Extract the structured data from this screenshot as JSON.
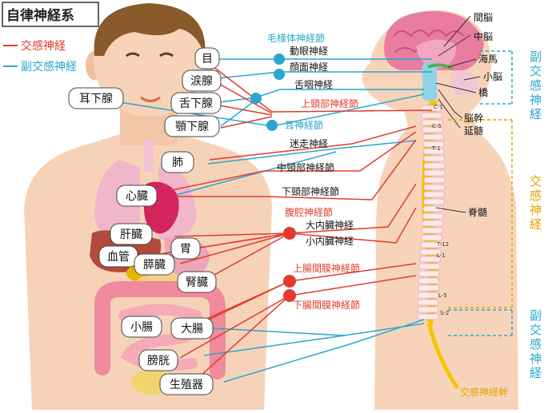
{
  "title": "自律神経系",
  "legend": {
    "sympathetic": "交感神経",
    "parasympathetic": "副交感神経"
  },
  "colors": {
    "sympathetic": "#e23b2e",
    "parasympathetic": "#2aa6cf",
    "trunk": "#f4c600"
  },
  "organs": {
    "eye": "目",
    "lacrimal": "涙腺",
    "sublingual": "舌下腺",
    "submandibular": "顎下腺",
    "parotid": "耳下腺",
    "lung": "肺",
    "heart": "心臓",
    "liver": "肝臓",
    "stomach": "胃",
    "vessel": "血管",
    "pancreas": "膵臓",
    "kidney": "腎臓",
    "small_intestine": "小腸",
    "large_intestine": "大腸",
    "bladder": "膀胱",
    "genital": "生殖器"
  },
  "nerves": {
    "ciliary_ganglion": "毛様体神経節",
    "oculomotor": "動眼神経",
    "facial": "顔面神経",
    "glossopharyngeal": "舌咽神経",
    "superior_cervical": "上頸部神経節",
    "otic_ganglion": "耳神経節",
    "vagus": "迷走神経",
    "middle_cervical": "中頸部神経節",
    "inferior_cervical": "下頸部神経節",
    "celiac": "腹腔神経節",
    "greater_splanchnic": "大内臓神経",
    "lesser_splanchnic": "小内臓神経",
    "superior_mesenteric": "上腸間膜神経節",
    "inferior_mesenteric": "下腸間膜神経節"
  },
  "brain": {
    "diencephalon": "間脳",
    "midbrain": "中脳",
    "hippocampus": "海馬",
    "cerebellum": "小脳",
    "pons": "橋",
    "brainstem": "脳幹",
    "medulla": "延髄",
    "spinal_cord": "脊髄",
    "trunk": "交感神経幹"
  },
  "side_labels": {
    "parasympathetic_top": "副交感神経",
    "sympathetic": "交感神経",
    "parasympathetic_bottom": "副交感神経"
  },
  "vertebrae": {
    "c1": "C-1",
    "c5": "C-5",
    "t1": "T-1",
    "t12": "T-12",
    "l1": "L-1",
    "l5": "L-5",
    "s2": "S-2"
  }
}
